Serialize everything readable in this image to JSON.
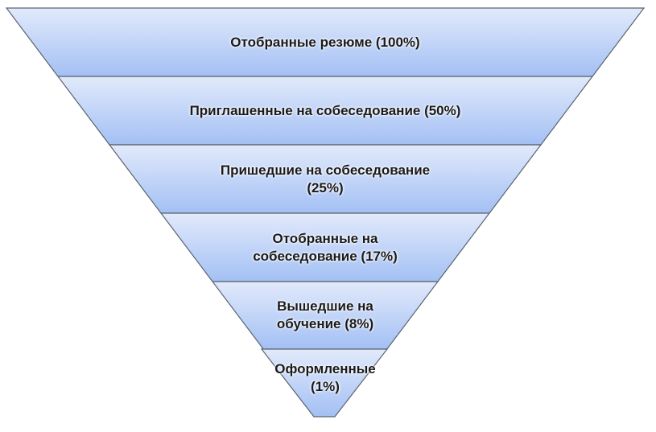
{
  "colors": {
    "fill_top": "#e2eafb",
    "fill_bottom": "#a3c0f4",
    "stroke": "#5a6470"
  },
  "stages": [
    {
      "lines": [
        "Отобранные резюме (100%)"
      ],
      "percent": 100
    },
    {
      "lines": [
        "Приглашенные на собеседование (50%)"
      ],
      "percent": 50
    },
    {
      "lines": [
        "Пришедшие на собеседование",
        "(25%)"
      ],
      "percent": 25
    },
    {
      "lines": [
        "Отобранные на",
        "собеседование (17%)"
      ],
      "percent": 17
    },
    {
      "lines": [
        "Вышедшие на",
        "обучение (8%)"
      ],
      "percent": 8
    },
    {
      "lines": [
        "Оформленные",
        "(1%)"
      ],
      "percent": 1
    }
  ]
}
